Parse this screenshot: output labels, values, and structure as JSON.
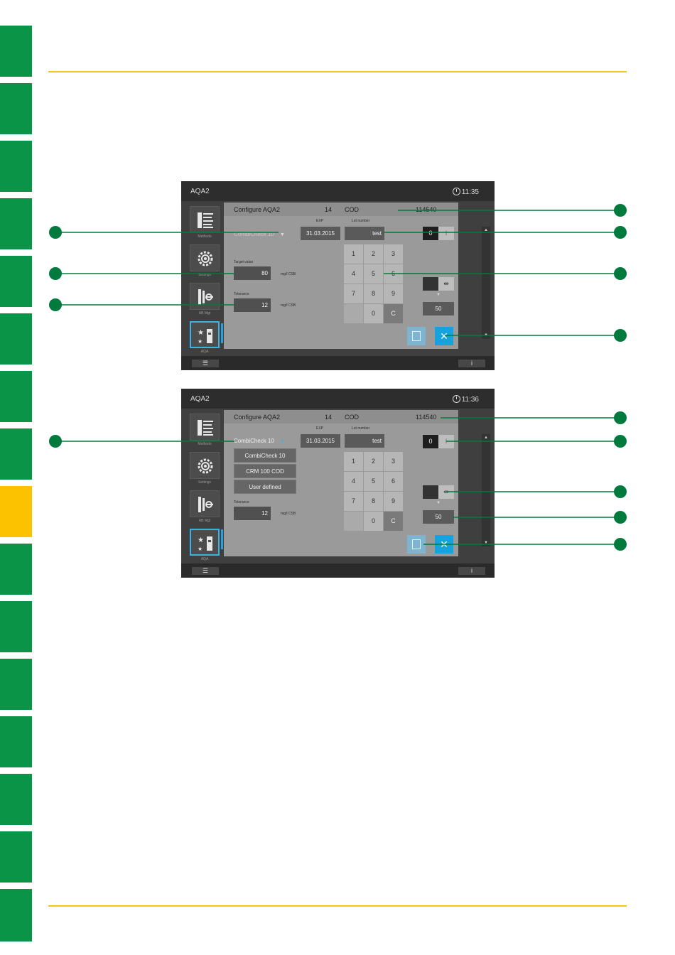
{
  "colors": {
    "tab_green": "#0a9447",
    "tab_yellow": "#fcc200",
    "rule_yellow": "#f5c518",
    "callout_green": "#007a3d",
    "accent_blue": "#16a3dd"
  },
  "screen1": {
    "app_title": "AQA2",
    "time": "11:35",
    "sidebar": [
      {
        "label": "Methods",
        "icon": "methods-list-icon"
      },
      {
        "label": "Settings",
        "icon": "settings-gear-icon"
      },
      {
        "label": "AB Mgt",
        "icon": "ab-management-icon"
      },
      {
        "label": "AQA",
        "icon": "aqa-star-icon"
      }
    ],
    "header": {
      "title": "Configure AQA2",
      "number": "14",
      "parameter": "COD",
      "code": "114540"
    },
    "exp_label": "EXP",
    "lot_label": "Lot number",
    "standard_value": "CombiCheck 10",
    "exp_value": "31.03.2015",
    "lot_value": "test",
    "target_label": "Target value",
    "target_value": "80",
    "target_unit": "mg/l CSB",
    "tolerance_label": "Tolerance",
    "tolerance_value": "12",
    "tolerance_unit": "mg/l CSB",
    "keys": [
      "1",
      "2",
      "3",
      "4",
      "5",
      "6",
      "7",
      "8",
      "9",
      "",
      "0",
      "C"
    ],
    "toggle_on": "0",
    "toggle_off": "I",
    "interval_value": "50",
    "info_label": "i"
  },
  "screen2": {
    "app_title": "AQA2",
    "time": "11:36",
    "sidebar": [
      {
        "label": "Methods",
        "icon": "methods-list-icon"
      },
      {
        "label": "Settings",
        "icon": "settings-gear-icon"
      },
      {
        "label": "AB Mgt",
        "icon": "ab-management-icon"
      },
      {
        "label": "AQA",
        "icon": "aqa-star-icon"
      }
    ],
    "header": {
      "title": "Configure AQA2",
      "number": "14",
      "parameter": "COD",
      "code": "114540"
    },
    "exp_label": "EXP",
    "lot_label": "Lot number",
    "standard_value": "CombiCheck 10",
    "dropdown_options": [
      "CombiCheck 10",
      "CRM 100 COD",
      "User defined"
    ],
    "exp_value": "31.03.2015",
    "lot_value": "test",
    "tolerance_label": "Tolerance",
    "tolerance_value": "12",
    "tolerance_unit": "mg/l CSB",
    "keys": [
      "1",
      "2",
      "3",
      "4",
      "5",
      "6",
      "7",
      "8",
      "9",
      "",
      "0",
      "C"
    ],
    "toggle_on": "0",
    "toggle_off": "I",
    "interval_value": "50",
    "info_label": "i"
  }
}
